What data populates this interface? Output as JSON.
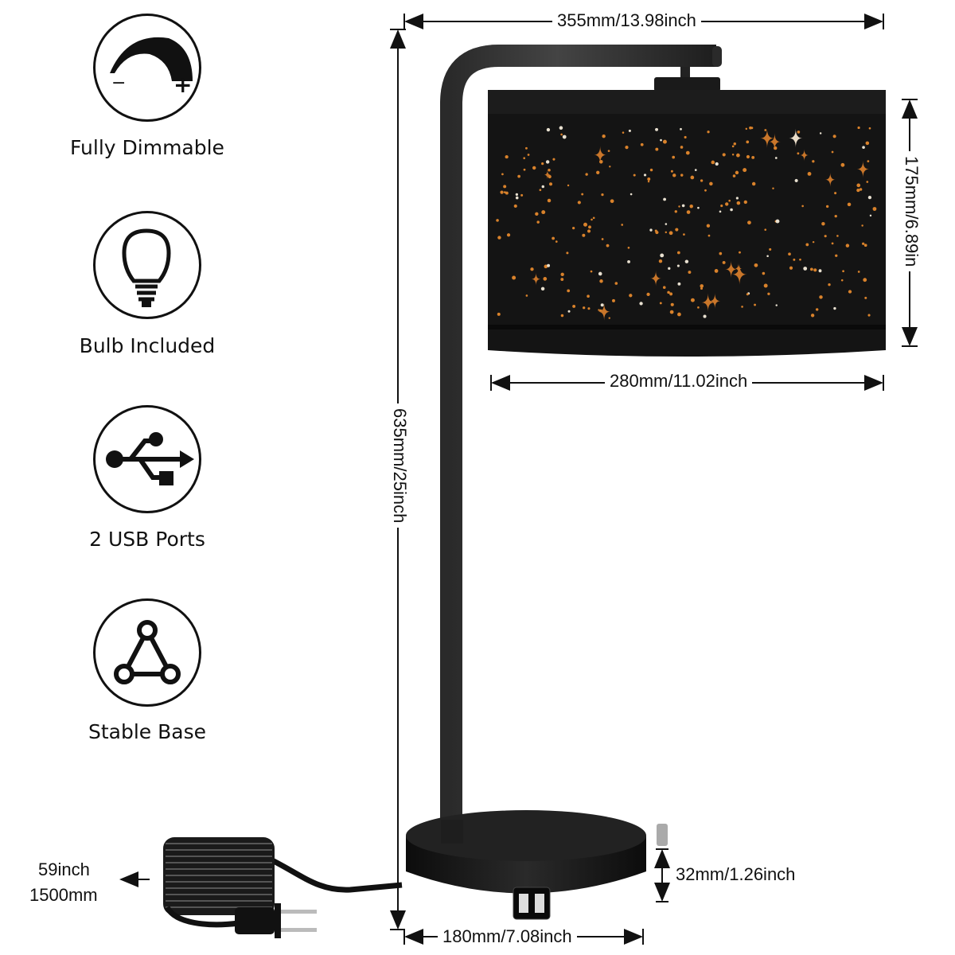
{
  "features": [
    {
      "label": "Fully Dimmable",
      "icon": "dimmer-icon",
      "minus": "−",
      "plus": "+"
    },
    {
      "label": "Bulb Included",
      "icon": "bulb-icon"
    },
    {
      "label": "2 USB Ports",
      "icon": "usb-icon"
    },
    {
      "label": "Stable Base",
      "icon": "triangle-base-icon"
    }
  ],
  "dimensions": {
    "overall_width": "355mm/13.98inch",
    "overall_height": "635mm/25inch",
    "shade_height": "175mm/6.89in",
    "shade_width": "280mm/11.02inch",
    "base_height": "32mm/1.26inch",
    "base_width": "180mm/7.08inch",
    "cord_length_inch": "59inch",
    "cord_length_mm": "1500mm"
  },
  "colors": {
    "lamp": "#141414",
    "glow": "#d9822b",
    "line": "#111111"
  }
}
